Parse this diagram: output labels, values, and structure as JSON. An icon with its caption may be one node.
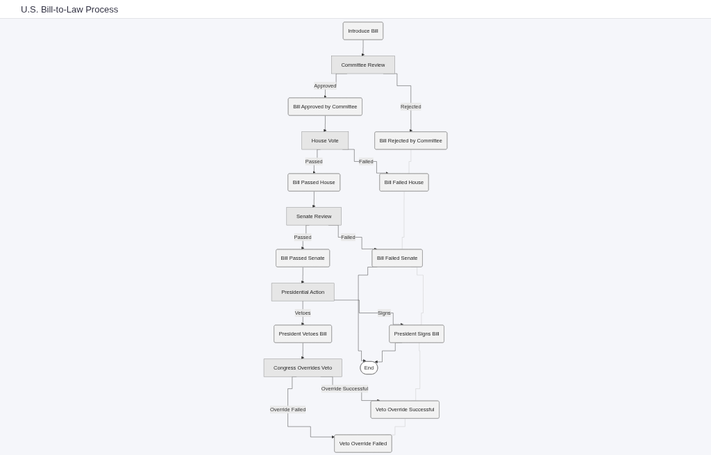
{
  "diagram": {
    "title": "U.S. Bill-to-Law Process",
    "nodes": [
      {
        "text": [
          "Introduce Bill"
        ]
      },
      {
        "text": [
          "Committee Review"
        ]
      },
      {
        "text": [
          "Bill Approved by Committee"
        ]
      },
      {
        "text": [
          "House Vote"
        ]
      },
      {
        "text": [
          "Bill Passed House"
        ]
      },
      {
        "text": [
          "Senate Review"
        ]
      },
      {
        "text": [
          "Bill Passed Senate"
        ]
      },
      {
        "text": [
          "Presidential Action"
        ]
      },
      {
        "text": [
          "President Vetoes Bill"
        ]
      },
      {
        "text": [
          "Congress Overrides Veto"
        ]
      },
      {
        "text": [
          "Bill Rejected by Committee"
        ]
      },
      {
        "text": [
          "Bill Failed House"
        ]
      },
      {
        "text": [
          "Bill Failed Senate"
        ]
      },
      {
        "text": [
          "President Signs Bill"
        ]
      },
      {
        "text": [
          "Veto Override Successful"
        ]
      },
      {
        "text": [
          "Veto Override Failed"
        ]
      },
      {
        "text": [
          "End"
        ]
      }
    ],
    "edges": [
      {
        "from": 0,
        "to": 1,
        "arrow": "to"
      },
      {
        "from": 1,
        "to": 2,
        "label": "Approved",
        "arrow": "to"
      },
      {
        "from": 1,
        "to": 10,
        "label": "Rejected",
        "arrow": "to"
      },
      {
        "from": 2,
        "to": 3,
        "arrow": "to"
      },
      {
        "from": 3,
        "to": 4,
        "label": "Passed",
        "arrow": "to"
      },
      {
        "from": 3,
        "to": 11,
        "label": "Failed",
        "arrow": "to"
      },
      {
        "from": 4,
        "to": 5,
        "arrow": "to"
      },
      {
        "from": 5,
        "to": 6,
        "label": "Passed",
        "arrow": "to"
      },
      {
        "from": 5,
        "to": 12,
        "label": "Failed",
        "arrow": "to"
      },
      {
        "from": 6,
        "to": 7,
        "arrow": "to"
      },
      {
        "from": 7,
        "to": 8,
        "label": "Vetoes",
        "arrow": "to"
      },
      {
        "from": 7,
        "to": 13,
        "label": "Signs",
        "arrow": "to"
      },
      {
        "from": 8,
        "to": 9,
        "arrow": "to"
      },
      {
        "from": 9,
        "to": 14,
        "label": "Override Successful",
        "arrow": "to"
      },
      {
        "from": 9,
        "to": 15,
        "label": "Override Failed",
        "arrow": "to"
      },
      {
        "from": 10,
        "to": 11,
        "arrow": "none",
        "color": "#c8c8c8"
      },
      {
        "from": 11,
        "to": 12,
        "arrow": "none",
        "color": "#c8c8c8"
      },
      {
        "from": 12,
        "to": 13,
        "arrow": "none",
        "color": "#c8c8c8"
      },
      {
        "from": 13,
        "to": 14,
        "arrow": "none",
        "color": "#c8c8c8"
      },
      {
        "from": 14,
        "to": 15,
        "arrow": "none",
        "color": "#c8c8c8"
      },
      {
        "from": 12,
        "to": 16,
        "arrow": "to"
      },
      {
        "from": 13,
        "to": 16,
        "arrow": "to"
      }
    ]
  }
}
